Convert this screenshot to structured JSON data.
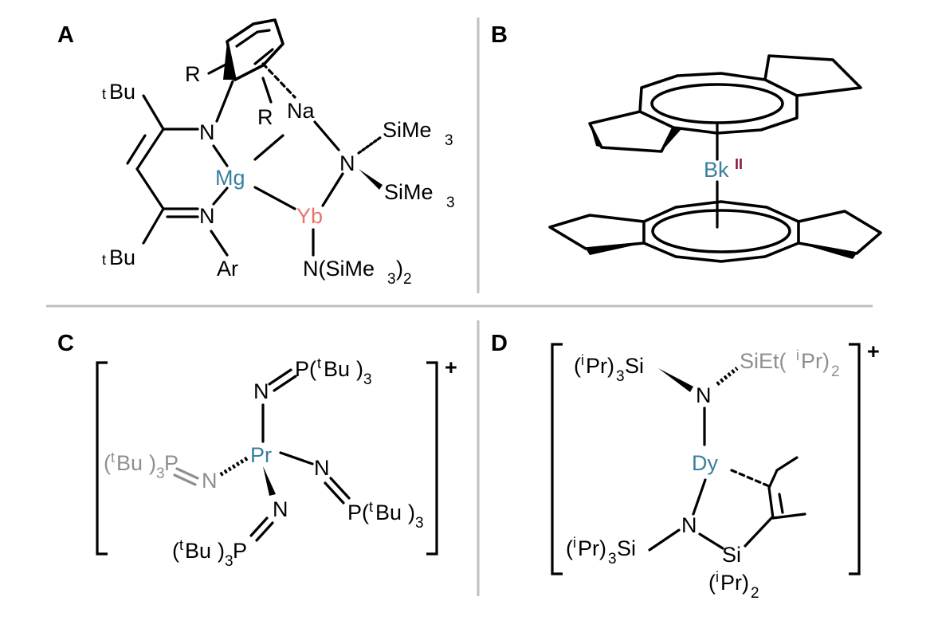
{
  "panels": {
    "A": {
      "label": "A",
      "atoms": {
        "mg": "Mg",
        "yb": "Yb",
        "na": "Na",
        "n1": "N",
        "n2": "N",
        "n3": "N",
        "n4": "N(SiMe",
        "tbu_top": "Bu",
        "tbu_bot": "Bu",
        "t": "t",
        "r1": "R",
        "r2": "R",
        "ar": "Ar",
        "sime3": "SiMe",
        "sub3": "3",
        "sub2": "2",
        "close": ")"
      }
    },
    "B": {
      "label": "B",
      "atoms": {
        "bk": "Bk",
        "ox": "II"
      }
    },
    "C": {
      "label": "C",
      "charge": "+",
      "atoms": {
        "pr": "Pr",
        "n": "N",
        "p_top": "P(",
        "p_right": "P(",
        "tbu": "Bu",
        "close3": ")",
        "left_group": "(",
        "left_p": "P",
        "bot_p": "P",
        "sub3": "3",
        "t": "t"
      }
    },
    "D": {
      "label": "D",
      "charge": "+",
      "atoms": {
        "dy": "Dy",
        "n": "N",
        "si": "Si",
        "pr": "Pr)",
        "i": "i",
        "open": "(",
        "sub3": "3",
        "sub2": "2",
        "siet": "SiEt(",
        "close": ")"
      }
    }
  },
  "colors": {
    "metal_blue": "#3a7fa0",
    "metal_red": "#e8756c",
    "bk_ox": "#8b1a4a",
    "grey": "#8f8f8f",
    "divider": "#c0c0c0"
  }
}
